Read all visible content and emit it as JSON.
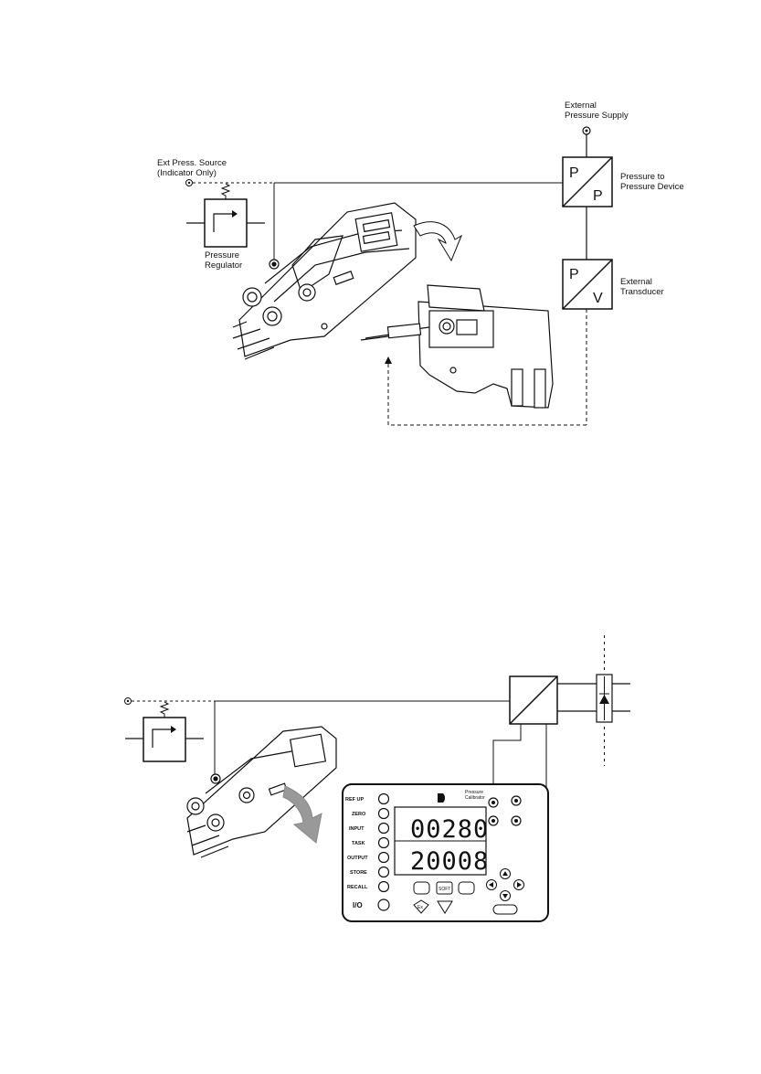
{
  "figure1": {
    "external_supply": [
      "External",
      "Pressure Supply"
    ],
    "ext_source": [
      "Ext Press. Source",
      "(Indicator Only)"
    ],
    "pp_label": [
      "Pressure to",
      "Pressure Device"
    ],
    "regulator": [
      "Pressure",
      "Regulator"
    ],
    "transducer": [
      "External",
      "Transducer"
    ],
    "pp_top": "P",
    "pp_bottom": "P",
    "pv_top": "P",
    "pv_bottom": "V"
  },
  "figure2": {
    "panel_title": [
      "Pressure",
      "Calibrator"
    ],
    "buttons": [
      "REF UP",
      "ZERO",
      "INPUT",
      "TASK",
      "OUTPUT",
      "STORE",
      "RECALL",
      "I/O"
    ],
    "display_top": "00280",
    "display_bottom": "20008",
    "badge_ex": "Ex",
    "badge_soft": "SOFT"
  }
}
